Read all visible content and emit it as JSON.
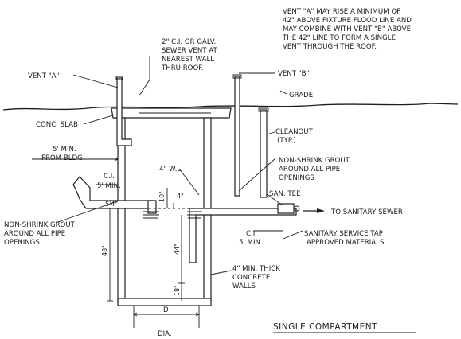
{
  "labels": {
    "vent_note": [
      "VENT \"A\" MAY RISE A MINIMUM OF",
      "42\" ABOVE FIXTURE FLOOD LINE AND",
      "MAY COMBINE WITH VENT \"B\" ABOVE",
      "THE 42\" LINE TO FORM A SINGLE",
      "VENT THROUGH THE ROOF."
    ],
    "sewer_vent": [
      "2\" C.I. OR GALV.",
      "SEWER VENT AT",
      "NEAREST WALL",
      "THRU ROOF."
    ],
    "vent_a": "VENT \"A\"",
    "vent_b": "VENT \"B\"",
    "grade": "GRADE",
    "conc_slab": "CONC. SLAB",
    "cleanout": [
      "CLEANOUT",
      "(TYP.)"
    ],
    "from_bldg": [
      "5' MIN.",
      "FROM BLDG."
    ],
    "ci_min_left": [
      "C.I.",
      "5' MIN."
    ],
    "wl": "4\" W.L.",
    "grout_right": [
      "NON-SHRINK GROUT",
      "AROUND ALL PIPE",
      "OPENINGS"
    ],
    "san_tee": "SAN. TEE",
    "to_sewer": "TO SANITARY SEWER",
    "grout_left": [
      "NON-SHRINK GROUT",
      "AROUND ALL PIPE",
      "OPENINGS"
    ],
    "ci_min_right": [
      "C.I.",
      "5' MIN."
    ],
    "service_tap": [
      "SANITARY SERVICE TAP",
      "APPROVED MATERIALS"
    ],
    "concrete_walls": [
      "4\" MIN. THICK",
      "CONCRETE",
      "WALLS"
    ],
    "dim_54": "5'4\"",
    "dim_10": "10\"",
    "dim_4": "4\"",
    "dim_48": "48\"",
    "dim_44": "44\"",
    "dim_18": "18\"",
    "dim_d": "D",
    "dim_dia": "DIA.",
    "title": "SINGLE COMPARTMENT"
  }
}
